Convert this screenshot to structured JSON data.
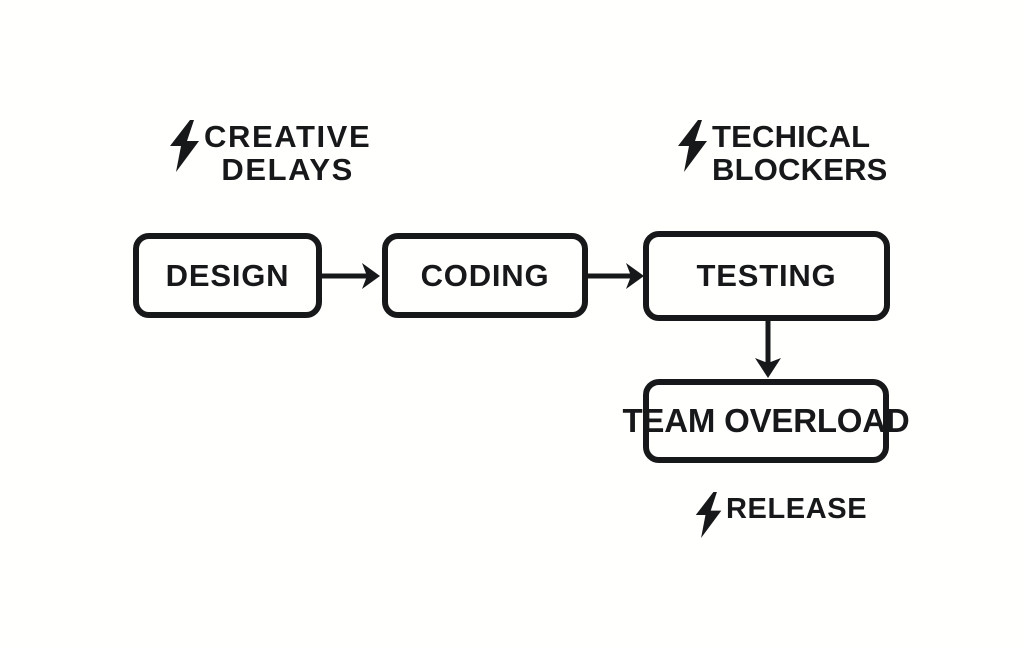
{
  "diagram": {
    "title": "Product development flow with bottlenecks",
    "background_color": "#fffffe",
    "stroke_color": "#17181a",
    "annotations": [
      {
        "id": "creative-delays",
        "icon": "lightning-bolt-icon",
        "text": "CREATIVE\nDELAYS"
      },
      {
        "id": "technical-blockers",
        "icon": "lightning-bolt-icon",
        "text": "TECHICAL\nBLOCKERS"
      },
      {
        "id": "release",
        "icon": "lightning-bolt-icon",
        "text": "RELEASE"
      }
    ],
    "nodes": [
      {
        "id": "design",
        "label": "DESIGN"
      },
      {
        "id": "coding",
        "label": "CODING"
      },
      {
        "id": "testing",
        "label": "TESTING"
      },
      {
        "id": "team-overload",
        "label": "TEAM OVERLOAD"
      }
    ],
    "connectors": [
      {
        "id": "design-coding",
        "from": "design",
        "to": "coding",
        "direction": "right"
      },
      {
        "id": "coding-testing",
        "from": "coding",
        "to": "testing",
        "direction": "right"
      },
      {
        "id": "testing-overload",
        "from": "testing",
        "to": "team-overload",
        "direction": "down"
      }
    ]
  }
}
